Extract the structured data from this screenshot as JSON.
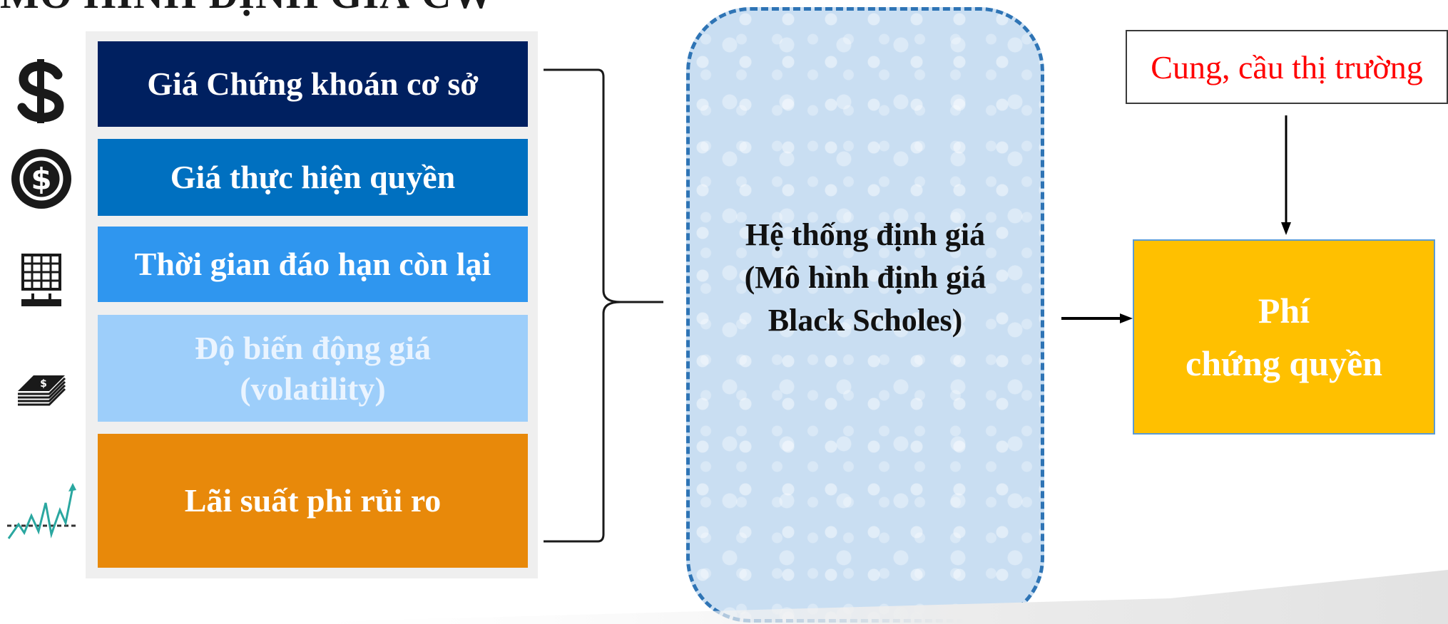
{
  "title": "MÔ HÌNH ĐỊNH GIÁ CW",
  "factors": [
    {
      "lines": [
        "Giá Chứng khoán cơ sở"
      ],
      "icon": "dollar-sign-icon",
      "color": "#002060"
    },
    {
      "lines": [
        "Giá thực hiện quyền"
      ],
      "icon": "dollar-coin-icon",
      "color": "#0070c0"
    },
    {
      "lines": [
        "Thời gian đáo hạn còn lại"
      ],
      "icon": "calendar-icon",
      "color": "#2f96ef"
    },
    {
      "lines": [
        "Độ biến động giá",
        "(volatility)"
      ],
      "icon": "money-stack-icon",
      "color": "#9dcefa"
    },
    {
      "lines": [
        "Lãi suất phi rủi ro"
      ],
      "icon": "trend-line-icon",
      "color": "#e8890a"
    }
  ],
  "engine": {
    "lines": [
      "Hệ thống định giá",
      "(Mô hình định giá",
      "Black Scholes)"
    ],
    "border_color": "#2e74b5"
  },
  "market": {
    "label": "Cung, cầu thị trường",
    "color": "#ff0000"
  },
  "premium": {
    "lines": [
      "Phí",
      "chứng quyền"
    ],
    "color": "#ffc000"
  }
}
